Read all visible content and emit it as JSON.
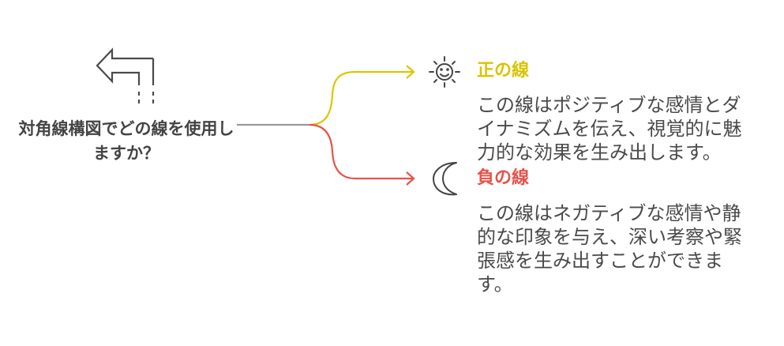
{
  "question": "対角線構図でどの線を使用しますか？",
  "branches": [
    {
      "title": "正の線",
      "description": "この線はポジティブな感情とダイナミズムを伝え、視覚的に魅力的な効果を生み出します。",
      "icon": "smiling-sun-icon",
      "color": "#d9c400"
    },
    {
      "title": "負の線",
      "description": "この線はネガティブな感情や静的な印象を与え、深い考察や緊張感を生み出すことができます。",
      "icon": "crescent-moon-icon",
      "color": "#e5534b"
    }
  ]
}
